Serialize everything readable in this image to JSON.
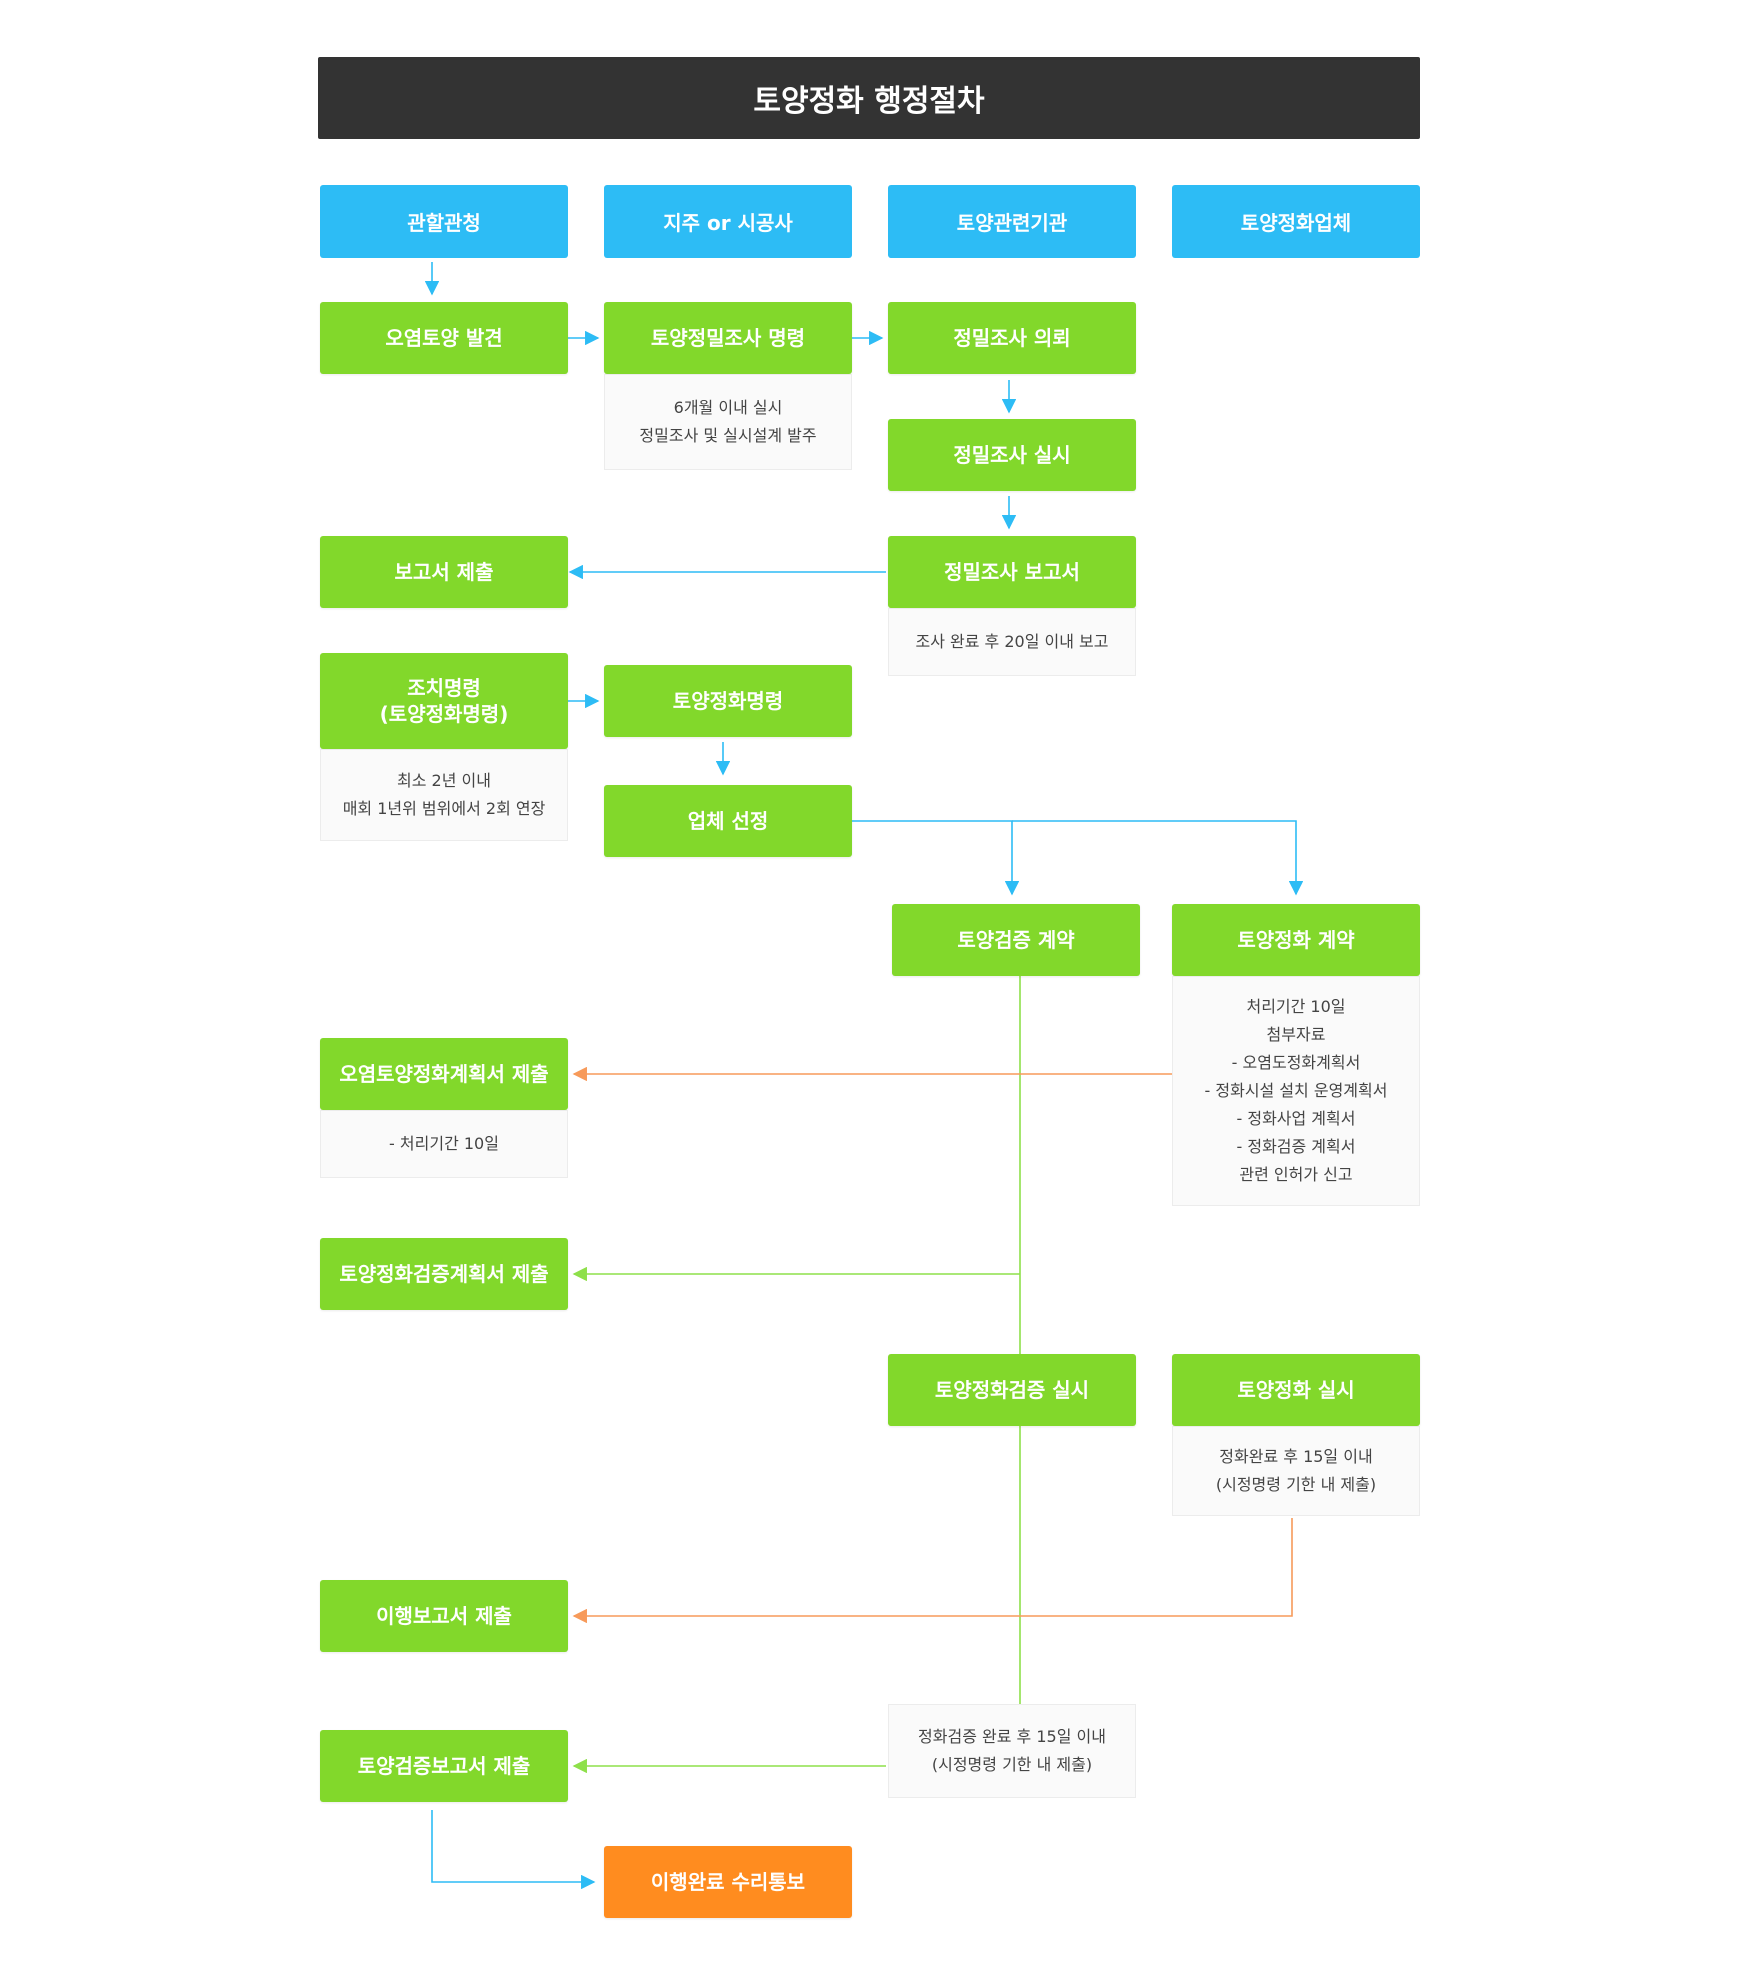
{
  "title": "토양정화 행정절차",
  "columns": [
    "관할관청",
    "지주 or 시공사",
    "토양관련기관",
    "토양정화업체"
  ],
  "steps": {
    "s01": "오염토양 발견",
    "s02": "토양정밀조사 명령",
    "s03": "정밀조사 의뢰",
    "s04": "정밀조사 실시",
    "s05": "정밀조사 보고서",
    "s06": "보고서 제출",
    "s07": "조치명령\n(토양정화명령)",
    "s08": "토양정화명령",
    "s09": "업체 선정",
    "s10": "토양검증 계약",
    "s11": "토양정화 계약",
    "s12": "오염토양정화계획서 제출",
    "s13": "토양정화검증계획서 제출",
    "s14": "토양정화검증 실시",
    "s15": "토양정화 실시",
    "s16": "이행보고서 제출",
    "s17": "토양검증보고서 제출",
    "s18": "이행완료 수리통보"
  },
  "notes": {
    "n1": [
      "6개월 이내 실시",
      "정밀조사 및 실시설계 발주"
    ],
    "n2": [
      "조사 완료 후 20일 이내 보고"
    ],
    "n3": [
      "최소 2년 이내",
      "매회 1년위 범위에서 2회 연장"
    ],
    "n4": [
      "처리기간 10일",
      "첨부자료",
      "- 오염도정화계획서",
      "- 정화시설 설치 운영계획서",
      "- 정화사업 계획서",
      "- 정화검증 계획서",
      "관련 인허가 신고"
    ],
    "n5": [
      "- 처리기간 10일"
    ],
    "n6": [
      "정화완료 후 15일 이내",
      "(시정명령 기한 내 제출)"
    ],
    "n7": [
      "정화검증 완료 후 15일 이내",
      "(시정명령 기한 내 제출)"
    ]
  },
  "colors": {
    "header": "#2dbcf5",
    "step": "#82d82b",
    "final": "#ff8c1f",
    "title_bar": "#333333",
    "arrow_blue": "#2dbcf5",
    "arrow_green": "#8ee04a",
    "arrow_orange": "#f79a5a"
  }
}
